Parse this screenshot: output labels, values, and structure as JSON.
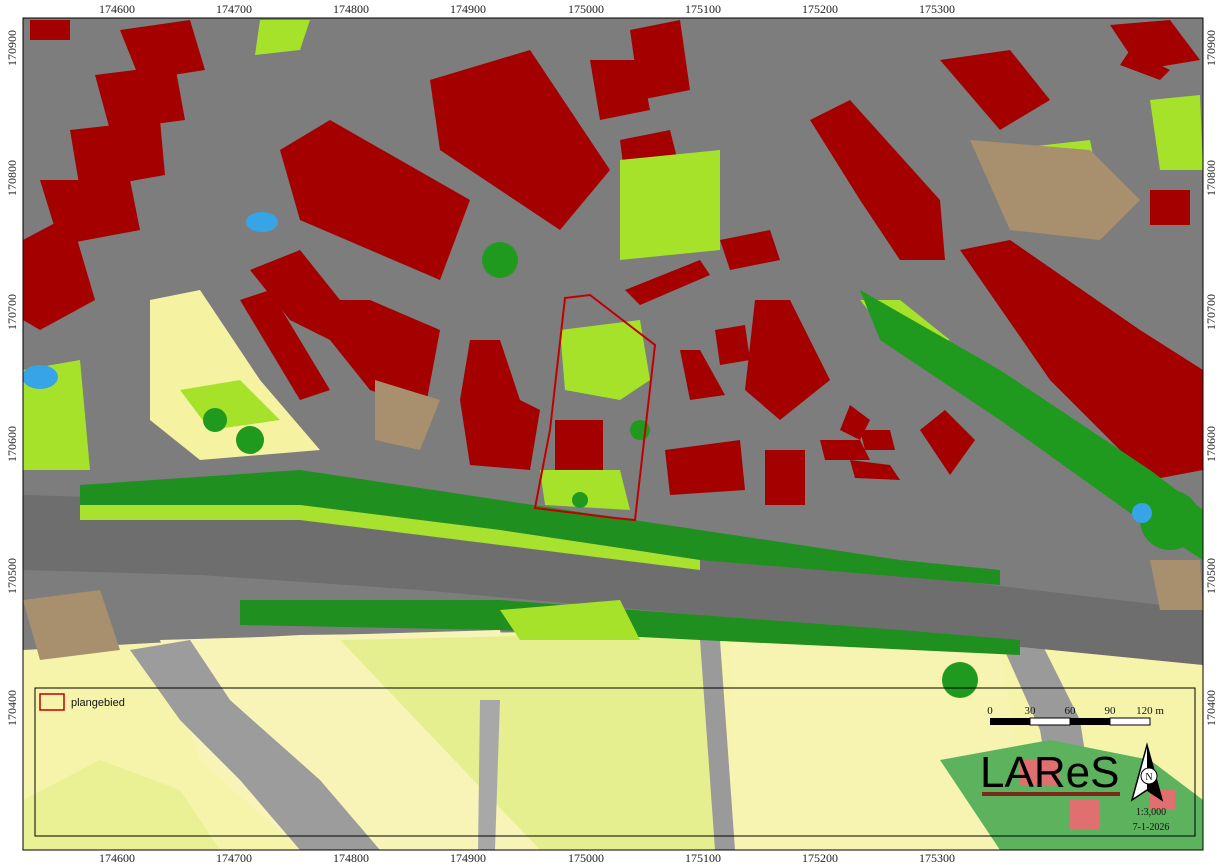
{
  "colors": {
    "building": "#a50000",
    "paved": "#7a7a7a",
    "bare": "#a89070",
    "grass": "#a6e22a",
    "lightgreen": "#bff04a",
    "tree": "#22a022",
    "water": "#3aa8e8",
    "field": "#f7f5a8",
    "fieldyellow": "#e4ef8a",
    "road": "#6e6e6e",
    "outline": "#c00000"
  },
  "axes": {
    "x_ticks": [
      "174600",
      "174700",
      "174800",
      "174900",
      "175000",
      "175100",
      "175200",
      "175300"
    ],
    "y_ticks": [
      "170900",
      "170800",
      "170700",
      "170600",
      "170500",
      "170400"
    ]
  },
  "legend": {
    "label": "plangebied"
  },
  "scale": {
    "labels": [
      "0",
      "30",
      "60",
      "90",
      "120 m"
    ],
    "ratio": "1:3,000",
    "date": "7-1-2026"
  },
  "logo": {
    "text": "LAReS",
    "north": "N"
  }
}
